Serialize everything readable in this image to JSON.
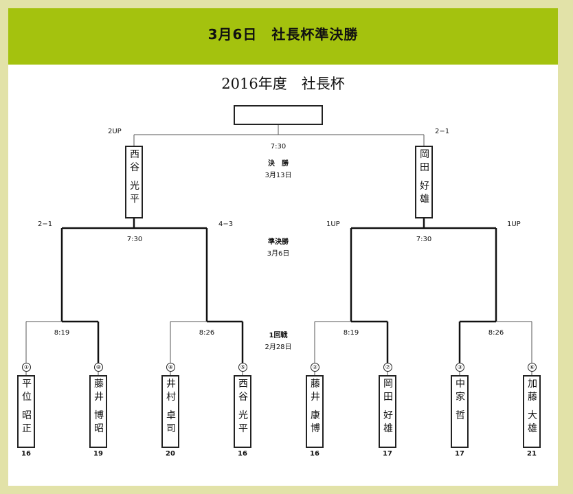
{
  "banner": {
    "title": "3月6日　社長杯準決勝"
  },
  "main_title": "2016年度　社長杯",
  "rounds": {
    "final": {
      "label": "決　勝",
      "date": "3月13日",
      "time": "7:30"
    },
    "semi": {
      "label": "準決勝",
      "date": "3月6日"
    },
    "first": {
      "label": "1回戦",
      "date": "2月28日"
    }
  },
  "final_scores": {
    "left": "2UP",
    "right": "2−1"
  },
  "finalists": {
    "left": "西谷 光平",
    "right": "岡田 好雄"
  },
  "semi_matches": [
    {
      "score_left": "2−1",
      "score_right": "4−3",
      "time": "7:30"
    },
    {
      "score_left": "1UP",
      "score_right": "1UP",
      "time": "7:30"
    }
  ],
  "first_round": [
    {
      "time": "8:19"
    },
    {
      "time": "8:26"
    },
    {
      "time": "8:19"
    },
    {
      "time": "8:26"
    }
  ],
  "players": [
    {
      "seed": "①",
      "name": "平位 昭正",
      "score": "16"
    },
    {
      "seed": "⑧",
      "name": "藤井 博昭",
      "score": "19"
    },
    {
      "seed": "④",
      "name": "井村 卓司",
      "score": "20"
    },
    {
      "seed": "⑤",
      "name": "西谷 光平",
      "score": "16"
    },
    {
      "seed": "②",
      "name": "藤井 康博",
      "score": "16"
    },
    {
      "seed": "⑦",
      "name": "岡田 好雄",
      "score": "17"
    },
    {
      "seed": "③",
      "name": "中家 哲",
      "score": "17"
    },
    {
      "seed": "⑥",
      "name": "加藤 大雄",
      "score": "21"
    }
  ]
}
